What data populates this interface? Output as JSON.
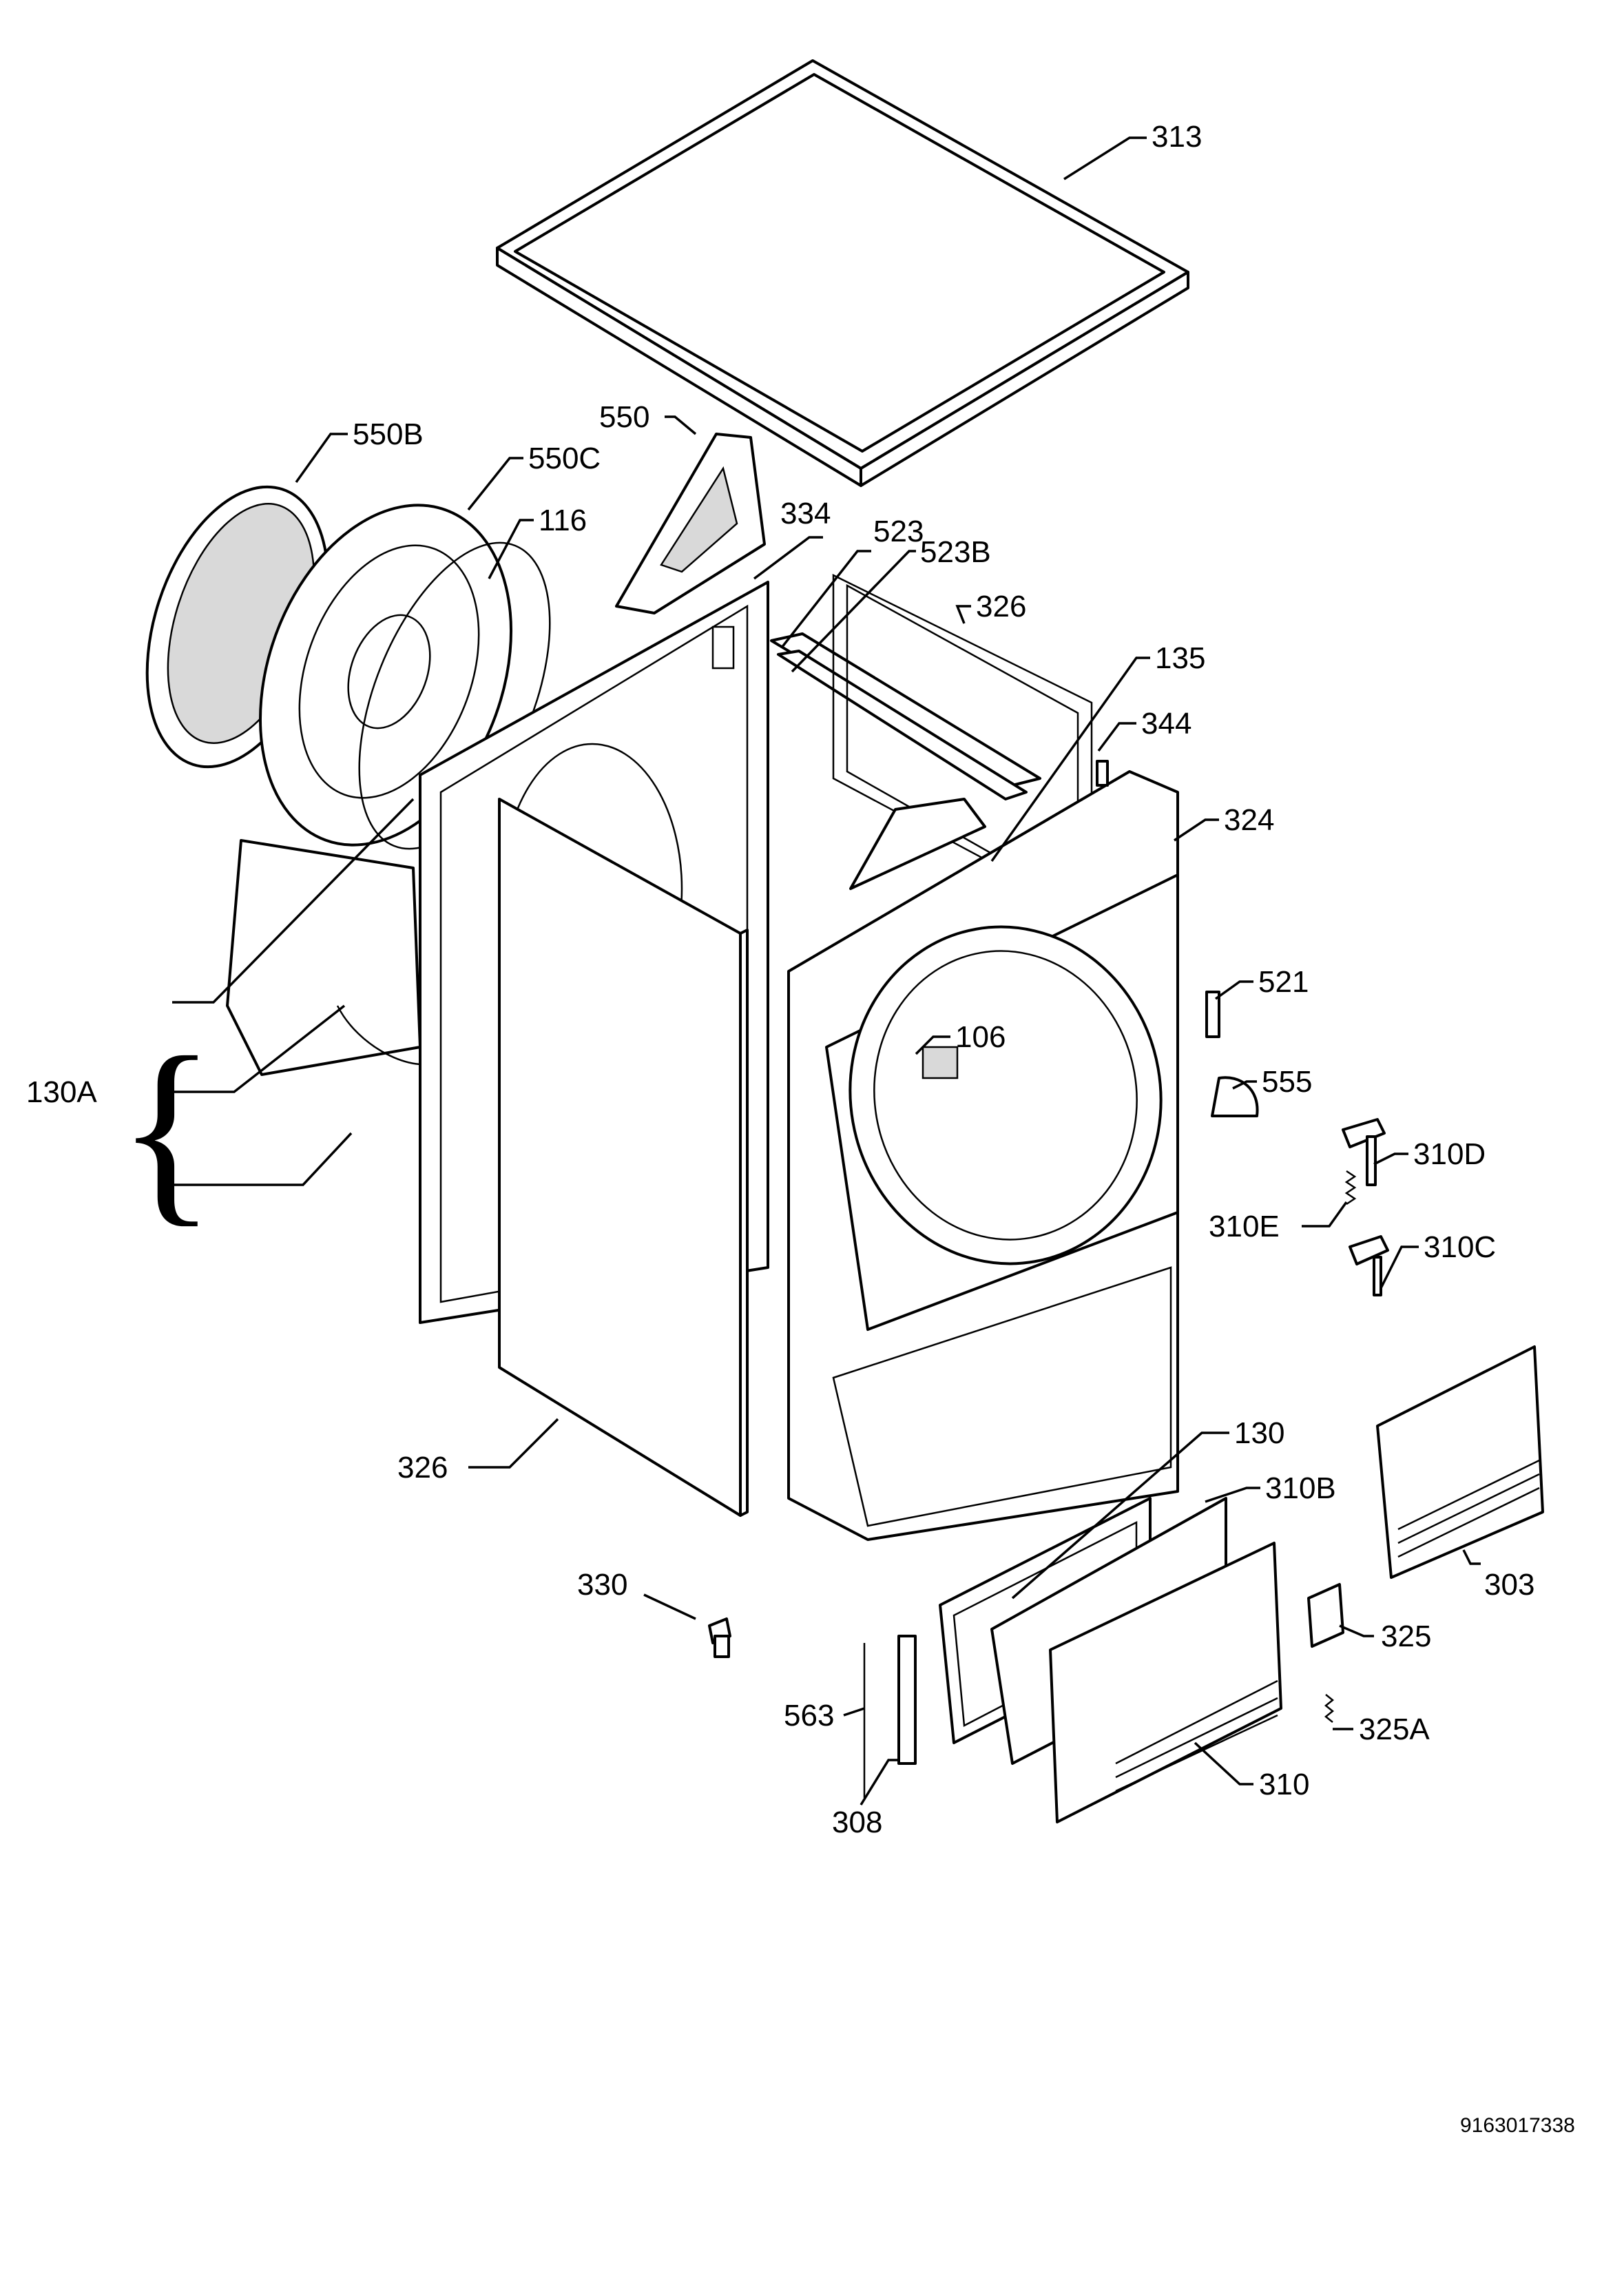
{
  "diagram": {
    "type": "exploded-parts-view",
    "callouts": {
      "c313": "313",
      "c550B": "550B",
      "c550C": "550C",
      "c116": "116",
      "c550": "550",
      "c334": "334",
      "c523": "523",
      "c523B": "523B",
      "c326_top": "326",
      "c135": "135",
      "c344": "344",
      "c324": "324",
      "c521": "521",
      "c555": "555",
      "c106": "106",
      "c310D": "310D",
      "c310E": "310E",
      "c310C": "310C",
      "c130A": "130A",
      "c326_bottom": "326",
      "c130": "130",
      "c310B": "310B",
      "c303": "303",
      "c330": "330",
      "c325": "325",
      "c563": "563",
      "c325A": "325A",
      "c310": "310",
      "c308": "308"
    },
    "document_number": "9163017338"
  }
}
